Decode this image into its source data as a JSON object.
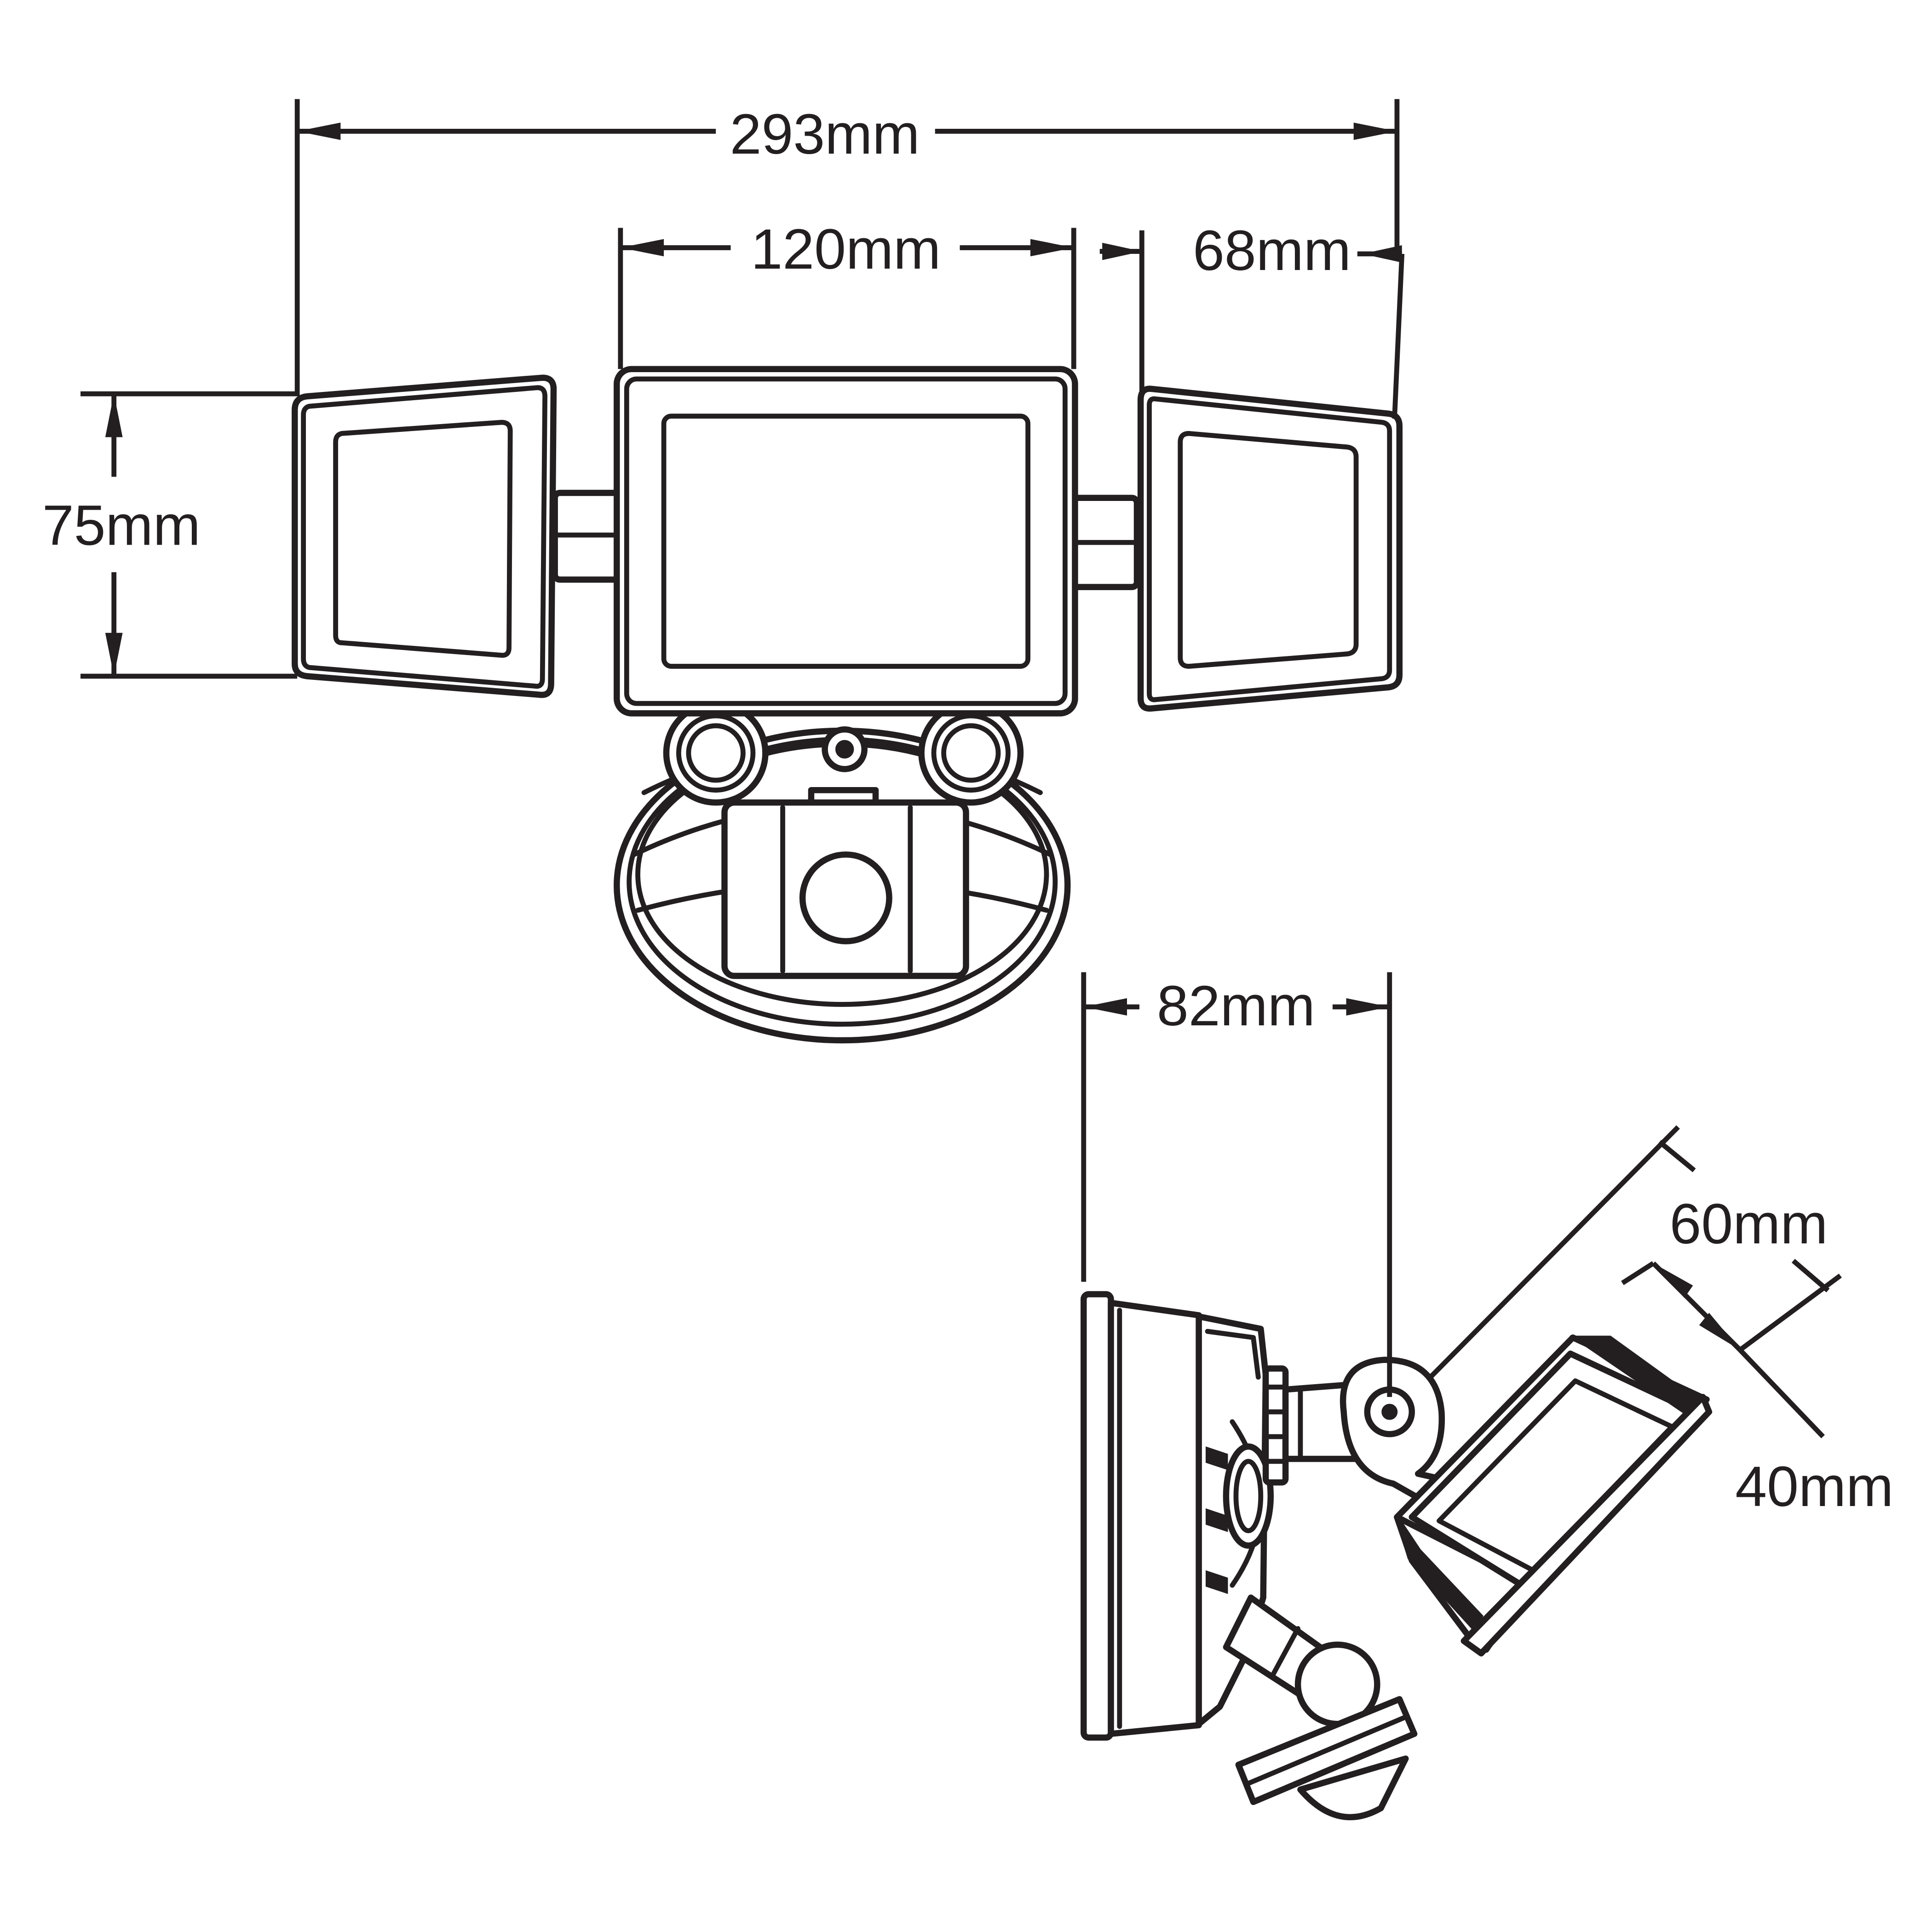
{
  "dimensions": {
    "overall_width": "293mm",
    "center_panel_width": "120mm",
    "side_panel_width": "68mm",
    "panel_height": "75mm",
    "side_depth": "82mm",
    "side_panel_depth": "60mm",
    "side_panel_thickness": "40mm"
  },
  "colors": {
    "line": "#231f20",
    "background": "#ffffff"
  }
}
